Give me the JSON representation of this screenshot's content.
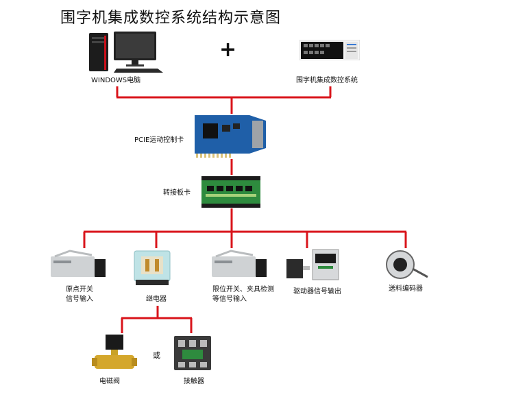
{
  "title": "围字机集成数控系统结构示意图",
  "top": {
    "pc_label": "WINDOWS电脑",
    "plus": "+",
    "software_label": "围字机集成数控系统"
  },
  "pcie_label": "PCIE运动控制卡",
  "adapter_label": "转接板卡",
  "devices": {
    "origin_switch": {
      "line1": "原点开关",
      "line2": "信号输入"
    },
    "relay": {
      "line1": "继电器"
    },
    "limit_switch": {
      "line1": "限位开关、夹具检测",
      "line2": "等信号输入"
    },
    "driver": {
      "line1": "驱动器信号输出"
    },
    "encoder": {
      "line1": "送料编码器"
    }
  },
  "relay_outputs": {
    "solenoid_label": "电磁阀",
    "or_label": "或",
    "contactor_label": "接触器"
  },
  "colors": {
    "wire": "#d9141b",
    "pcb_green": "#2e8b3e",
    "pcb_blue": "#1f5fa8"
  }
}
